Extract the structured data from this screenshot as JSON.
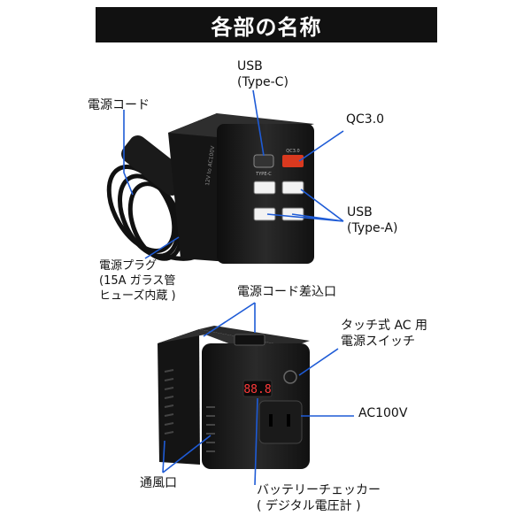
{
  "title": "各部の名称",
  "labels": {
    "usb_c_line1": "USB",
    "usb_c_line2": "(Type-C)",
    "qc30": "QC3.0",
    "power_cord": "電源コード",
    "usb_a_line1": "USB",
    "usb_a_line2": "(Type-A)",
    "plug_line1": "電源プラグ",
    "plug_line2": "(15A ガラス管",
    "plug_line3": "ヒューズ内蔵 )",
    "cord_socket": "電源コード差込口",
    "switch_line1": "タッチ式 AC 用",
    "switch_line2": "電源スイッチ",
    "ac100v": "AC100V",
    "vent": "通風口",
    "checker_line1": "バッテリーチェッカー",
    "checker_line2": "( デジタル電圧計 )"
  },
  "device_markings": {
    "usb_c_port": "TYPE-C",
    "qc_port": "QC3.0",
    "side_text": "12V to AC100V",
    "voltmeter": "88.8"
  },
  "colors": {
    "title_bg": "#111111",
    "title_text": "#ffffff",
    "pointer": "#1e5bd6",
    "device": "#1a1a1a",
    "qc_port": "#d9391f"
  }
}
